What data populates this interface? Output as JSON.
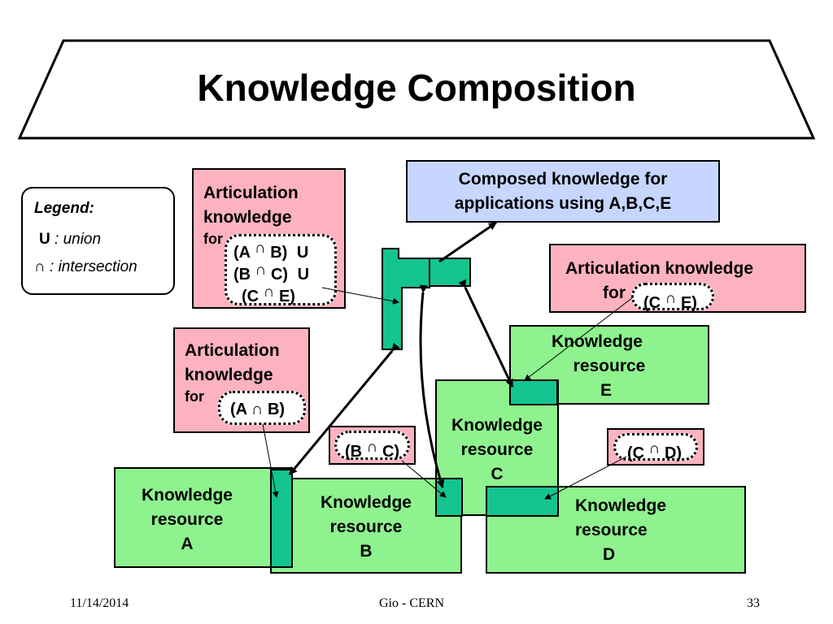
{
  "slide": {
    "title": "Knowledge Composition",
    "footer": {
      "date": "11/14/2014",
      "center": "Gio - CERN",
      "page": "33"
    }
  },
  "legend": {
    "title": "Legend:",
    "union_symbol": "U",
    "union_text": ": union",
    "intersection_symbol": "∩",
    "intersection_text": ": intersection"
  },
  "composed": {
    "line1": "Composed knowledge for",
    "line2": "applications using A,B,C,E"
  },
  "articulations": {
    "top_left": {
      "line1": "Articulation",
      "line2": "knowledge",
      "for": "for",
      "expr": [
        {
          "left": "(A",
          "op": "∩",
          "right": "B)",
          "tail": "U"
        },
        {
          "left": "(B",
          "op": "∩",
          "right": "C)",
          "tail": "U"
        },
        {
          "left": "(C",
          "op": "∩",
          "right": "E)",
          "tail": ""
        }
      ]
    },
    "ce": {
      "line1": "Articulation knowledge",
      "for": "for",
      "left": "(C",
      "op": "∩",
      "right": "E)"
    },
    "ab": {
      "line1": "Articulation",
      "line2": "knowledge",
      "for": "for",
      "left": "(A",
      "op": "∩",
      "right": "B)"
    },
    "bc": {
      "left": "(B",
      "op": "∩",
      "right": "C)"
    },
    "cd": {
      "left": "(C",
      "op": "∩",
      "right": "D)"
    }
  },
  "resources": {
    "a": {
      "line1": "Knowledge",
      "line2": "resource",
      "line3": "A"
    },
    "b": {
      "line1": "Knowledge",
      "line2": "resource",
      "line3": "B"
    },
    "c": {
      "line1": "Knowledge",
      "line2": "resource",
      "line3": "C"
    },
    "d": {
      "line1": "Knowledge",
      "line2": "resource",
      "line3": "D"
    },
    "e": {
      "line1": "Knowledge",
      "line2": "resource",
      "line3": "E"
    }
  },
  "colors": {
    "resource_fill": "#8ef28e",
    "overlap_fill": "#14c48e",
    "articulation_fill": "#fdb2c0",
    "composed_fill": "#c7d6ff"
  }
}
